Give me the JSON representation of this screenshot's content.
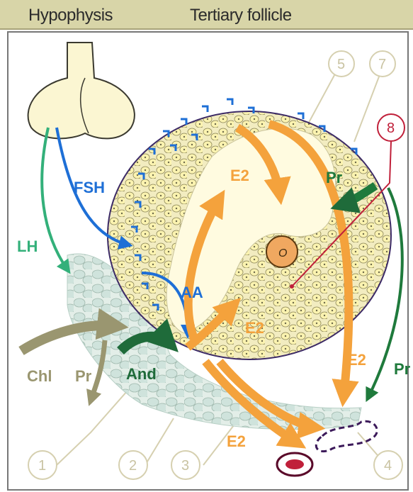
{
  "header": {
    "left": "Hypophysis",
    "right": "Tertiary follicle"
  },
  "labels": {
    "fsh": "FSH",
    "lh": "LH",
    "aa": "AA",
    "chl": "Chl",
    "pr_left": "Pr",
    "and": "And",
    "e2_top": "E2",
    "e2_mid": "E2",
    "e2_bottom": "E2",
    "e2_right": "E2",
    "pr_top": "Pr",
    "pr_right": "Pr",
    "oocyte": "O"
  },
  "numbers": {
    "n1": "1",
    "n2": "2",
    "n3": "3",
    "n4": "4",
    "n5": "5",
    "n7": "7",
    "n8": "8"
  },
  "colors": {
    "fsh": "#1e6fd6",
    "lh": "#33b07a",
    "chl": "#9a9670",
    "and": "#1f6b3a",
    "estradiol": "#f4a23c",
    "progesterone": "#1f7a3c",
    "marker8": "#c0203a",
    "granulosa": "#fbf3b0",
    "theca": "#cfe3dc"
  }
}
